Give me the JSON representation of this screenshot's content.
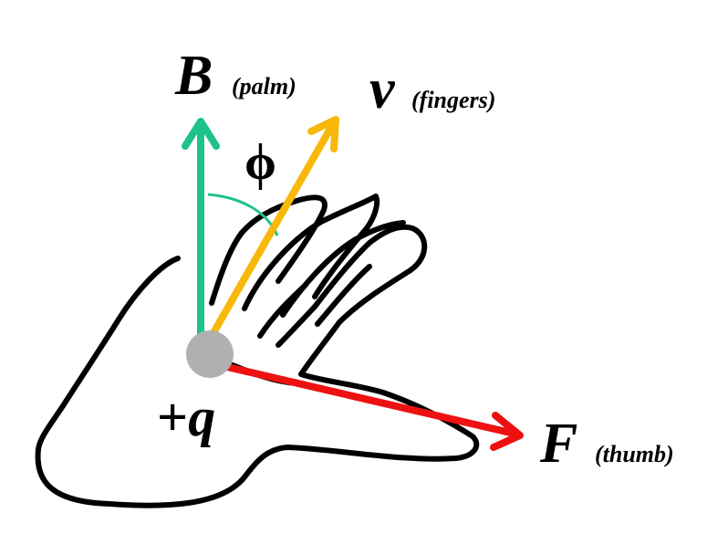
{
  "labels": {
    "b_symbol": "B",
    "b_note": "(palm)",
    "v_symbol": "v",
    "v_note": "(fingers)",
    "f_symbol": "F",
    "f_note": "(thumb)",
    "angle_symbol": "ϕ",
    "charge_sign": "+",
    "charge_symbol": "q"
  },
  "colors": {
    "b_vector": "#1ec28b",
    "v_vector": "#f7b80a",
    "f_vector": "#ee1111",
    "charge_dot": "#b0b0b0",
    "hand_outline": "#000000",
    "angle_arc": "#1ec28b"
  }
}
